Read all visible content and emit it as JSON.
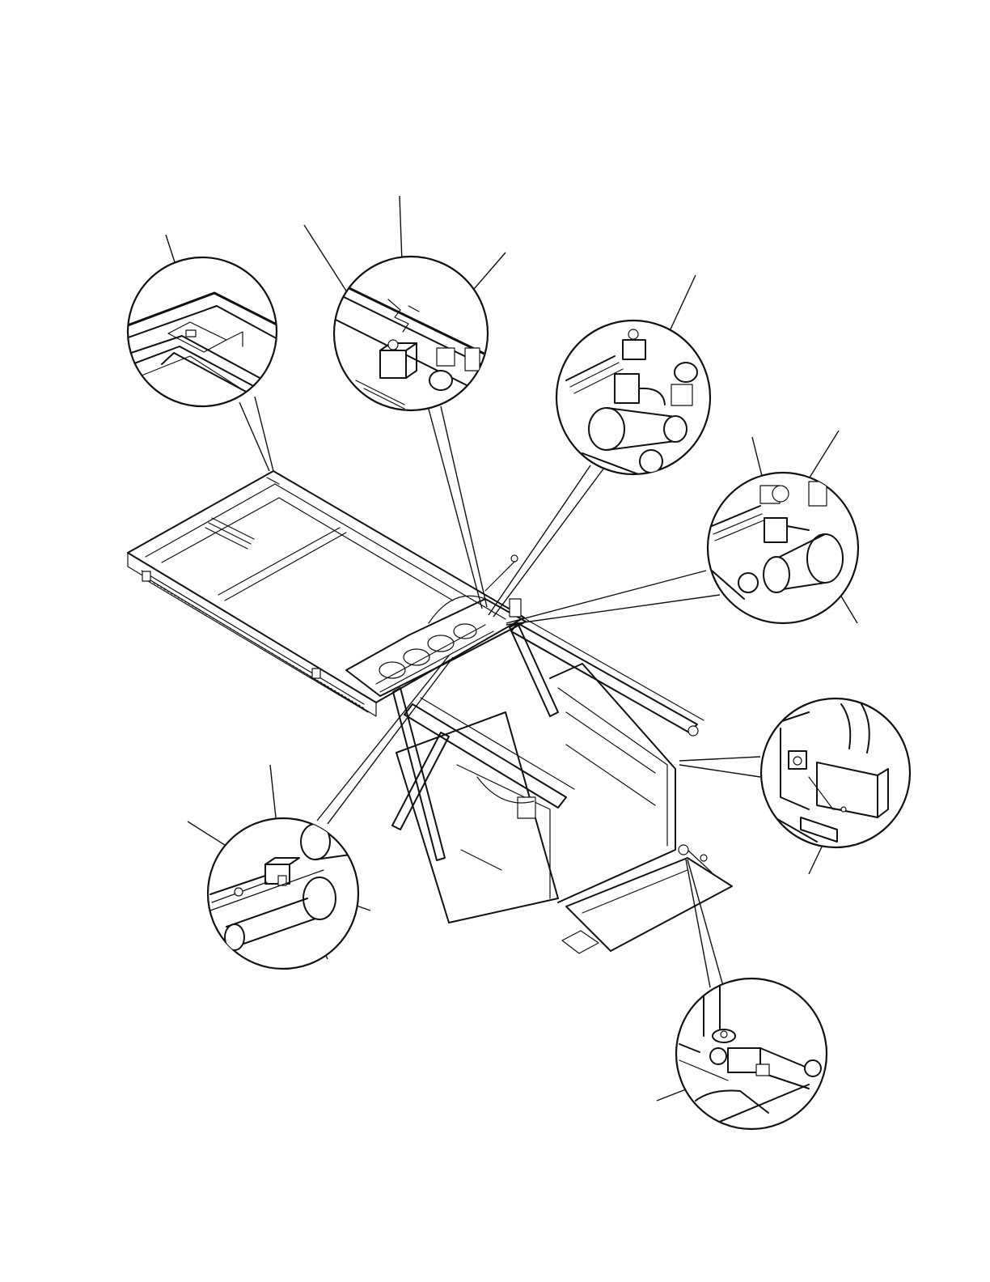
{
  "figure": {
    "background": "#ffffff",
    "line_color": "#111111"
  },
  "detail_views": [
    {
      "id": "top-left-slot-detail"
    },
    {
      "id": "top-center-switch-detail"
    },
    {
      "id": "upper-right-roller-sensor-detail"
    },
    {
      "id": "right-middle-switch-detail"
    },
    {
      "id": "right-latch-detail"
    },
    {
      "id": "lower-left-roller-sensor-detail"
    },
    {
      "id": "bottom-right-hinge-detail"
    }
  ]
}
